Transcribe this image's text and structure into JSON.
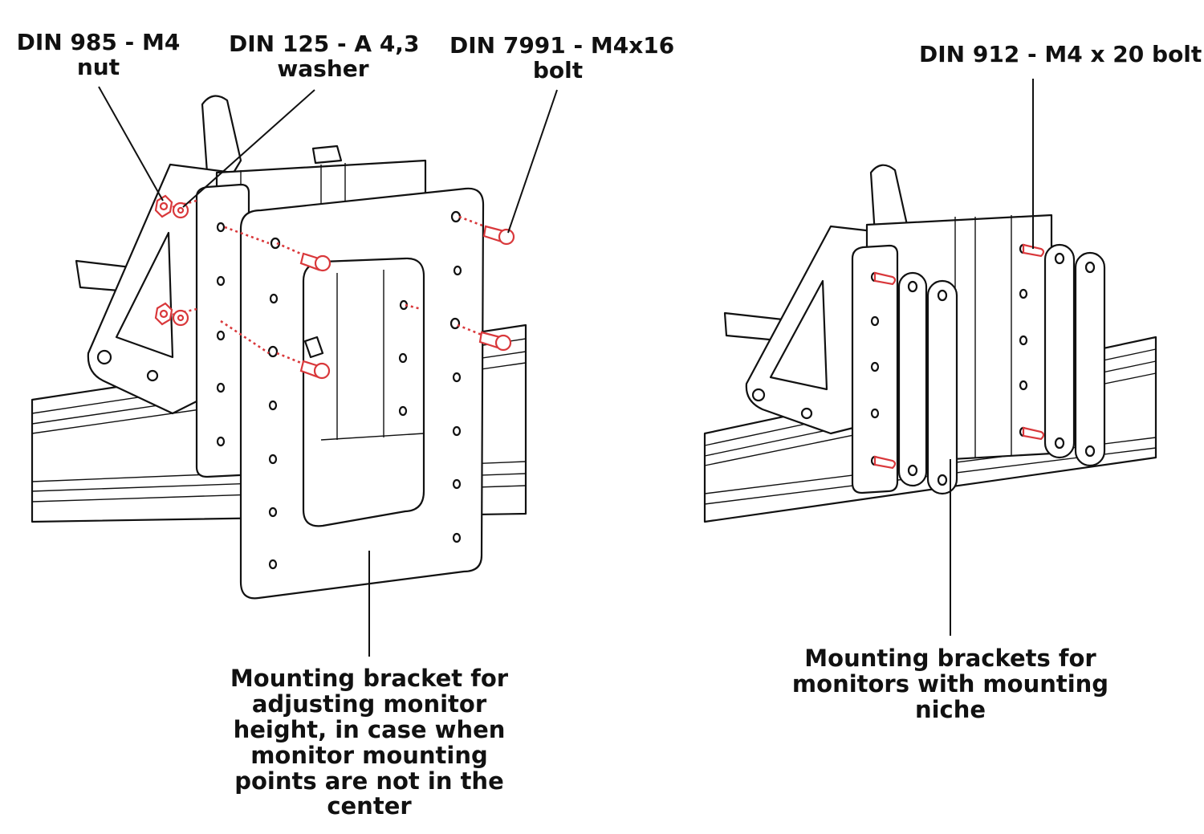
{
  "labels": {
    "nut": [
      "DIN 985 - M4",
      "nut"
    ],
    "washer": [
      "DIN 125 - A 4,3",
      "washer"
    ],
    "bolt_7991": [
      "DIN 7991 - M4x16",
      "bolt"
    ],
    "bolt_912": [
      "DIN 912 - M4 x 20 bolt"
    ],
    "adjust_bracket": [
      "Mounting bracket for",
      "adjusting monitor",
      "height, in case when",
      "monitor mounting",
      "points are not in the",
      "center"
    ],
    "niche_brackets": [
      "Mounting brackets for",
      "monitors with mounting",
      "niche"
    ]
  },
  "colors": {
    "ink": "#111111",
    "hardware": "#d9383b",
    "background": "#ffffff"
  }
}
